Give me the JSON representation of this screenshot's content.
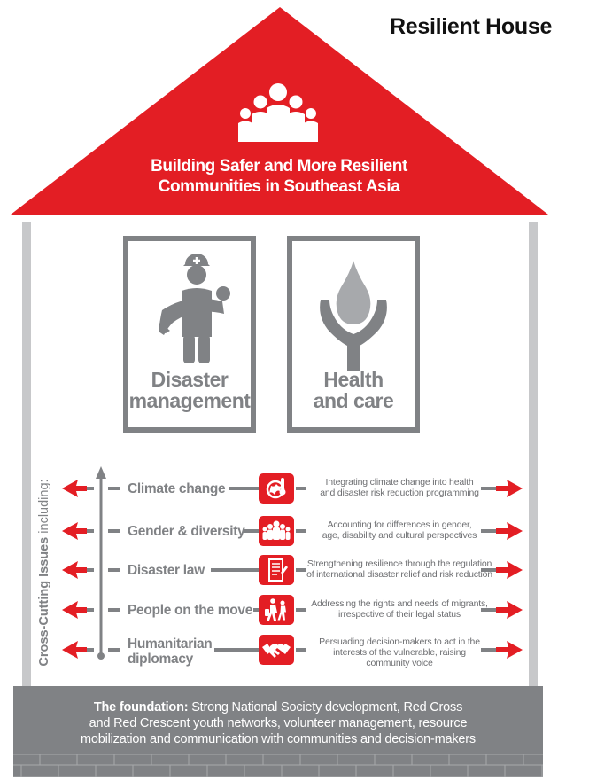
{
  "title": "Resilient House",
  "roof": {
    "line1": "Building Safer and More Resilient",
    "line2": "Communities in Southeast Asia",
    "icon": "people-group-icon"
  },
  "pillars": [
    {
      "line1": "Disaster",
      "line2": "management",
      "icon": "rescuer-carrying-person-icon"
    },
    {
      "line1": "Health",
      "line2": "and care",
      "icon": "hands-holding-drop-icon"
    }
  ],
  "cross_cutting": {
    "bold": "Cross-Cutting Issues",
    "rest": " including:"
  },
  "issues": [
    {
      "label": "Climate change",
      "icon": "globe-thermometer-icon",
      "desc1": "Integrating climate change into health",
      "desc2": "and disaster risk reduction programming",
      "desc3": ""
    },
    {
      "label": "Gender & diversity",
      "icon": "people-group-icon",
      "desc1": "Accounting for differences in gender,",
      "desc2": "age, disability and cultural perspectives",
      "desc3": ""
    },
    {
      "label": "Disaster law",
      "icon": "document-scroll-icon",
      "desc1": "Strengthening resilience through the regulation",
      "desc2": "of international disaster relief and risk reduction",
      "desc3": ""
    },
    {
      "label": "People on the move",
      "icon": "migrants-walking-icon",
      "desc1": "Addressing the rights and needs of migrants,",
      "desc2": "irrespective of their legal status",
      "desc3": ""
    },
    {
      "label1": "Humanitarian",
      "label2": "diplomacy",
      "icon": "handshake-icon",
      "desc1": "Persuading decision-makers to act in the",
      "desc2": "interests of the vulnerable, raising",
      "desc3": "community voice"
    }
  ],
  "foundation": {
    "bold": "The foundation:",
    "line1": " Strong National Society development, Red Cross",
    "line2": "and Red Crescent youth networks, volunteer management, resource",
    "line3": "mobilization and communication with communities and decision-makers"
  },
  "colors": {
    "red": "#e31e24",
    "grey": "#808285",
    "light_grey": "#c7c8ca"
  }
}
